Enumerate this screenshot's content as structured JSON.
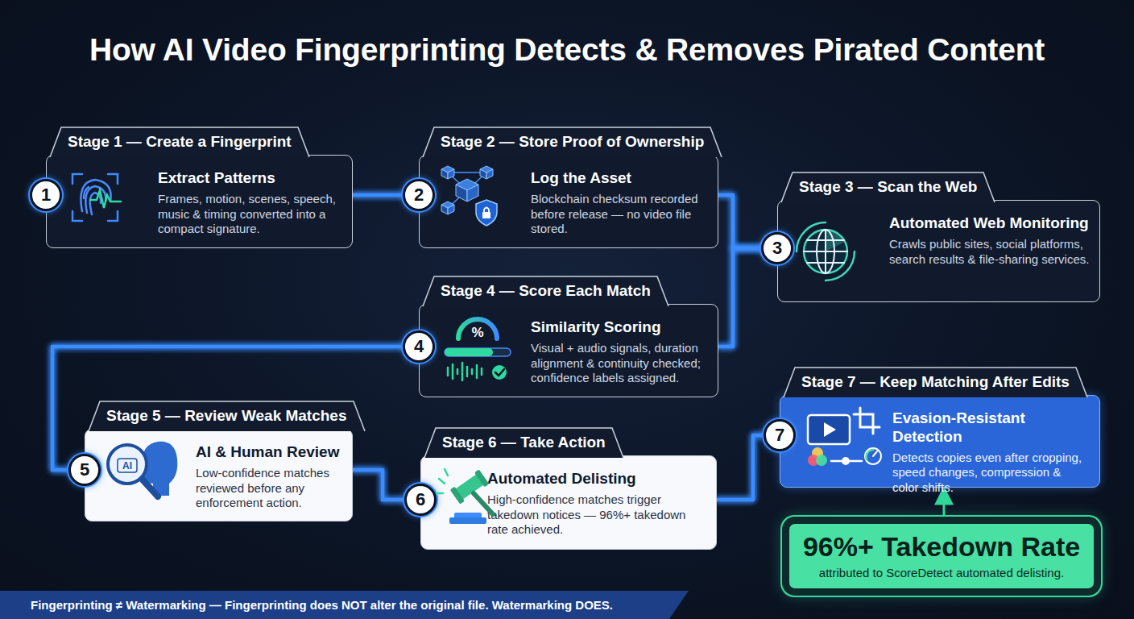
{
  "diagram": {
    "title": "How AI Video Fingerprinting Detects & Removes Pirated Content",
    "nodes": [
      {
        "text": [
          "Stage 1 — Create a Fingerprint",
          "Extract Patterns",
          "Frames, motion, scenes, speech, music & timing converted into a compact signature."
        ]
      },
      {
        "text": [
          "1"
        ],
        "in": 0
      },
      {
        "text": [
          "Stage 2 — Store Proof of Ownership",
          "Log the Asset",
          "Blockchain checksum recorded before release — no video file stored."
        ]
      },
      {
        "text": [
          "2"
        ],
        "in": 2
      },
      {
        "text": [
          "Stage 3 — Scan the Web",
          "Automated Web Monitoring",
          "Crawls public sites, social platforms, search results & file-sharing services."
        ]
      },
      {
        "text": [
          "3"
        ],
        "in": 4
      },
      {
        "text": [
          "Stage 4 — Score Each Match",
          "Similarity Scoring",
          "Visual + audio signals, duration alignment & continuity checked; confidence labels assigned."
        ]
      },
      {
        "text": [
          "4"
        ],
        "in": 6
      },
      {
        "text": [
          "Stage 5 — Review Weak Matches",
          "AI & Human Review",
          "Low-confidence matches reviewed before any enforcement action."
        ]
      },
      {
        "text": [
          "5"
        ],
        "in": 8
      },
      {
        "text": [
          "Stage 6 — Take Action",
          "Automated Delisting",
          "High-confidence matches trigger takedown notices — 96%+ takedown rate achieved."
        ]
      },
      {
        "text": [
          "6"
        ],
        "in": 10
      },
      {
        "text": [
          "Stage 7 — Keep Matching After Edits",
          "Evasion-Resistant Detection",
          "Detects copies even after cropping, speed changes, compression & color shifts."
        ]
      },
      {
        "text": [
          "7"
        ],
        "in": 12
      },
      {
        "text": [
          "96%+ Takedown Rate",
          "attributed to ScoreDetect automated delisting."
        ]
      },
      {
        "text": [
          "Fingerprinting ≠ Watermarking — Fingerprinting does NOT alter the original file. Watermarking DOES."
        ]
      }
    ],
    "edges": [
      {
        "from": 0,
        "to": 2,
        "arrow": "none"
      },
      {
        "from": 2,
        "to": 4,
        "arrow": "none"
      },
      {
        "from": 4,
        "to": 6,
        "arrow": "none"
      },
      {
        "from": 6,
        "to": 8,
        "arrow": "none"
      },
      {
        "from": 8,
        "to": 10,
        "arrow": "none"
      },
      {
        "from": 10,
        "to": 12,
        "arrow": "none"
      },
      {
        "from": 14,
        "to": 12,
        "arrow": "to"
      }
    ],
    "labels": [
      "%",
      "AI"
    ]
  }
}
